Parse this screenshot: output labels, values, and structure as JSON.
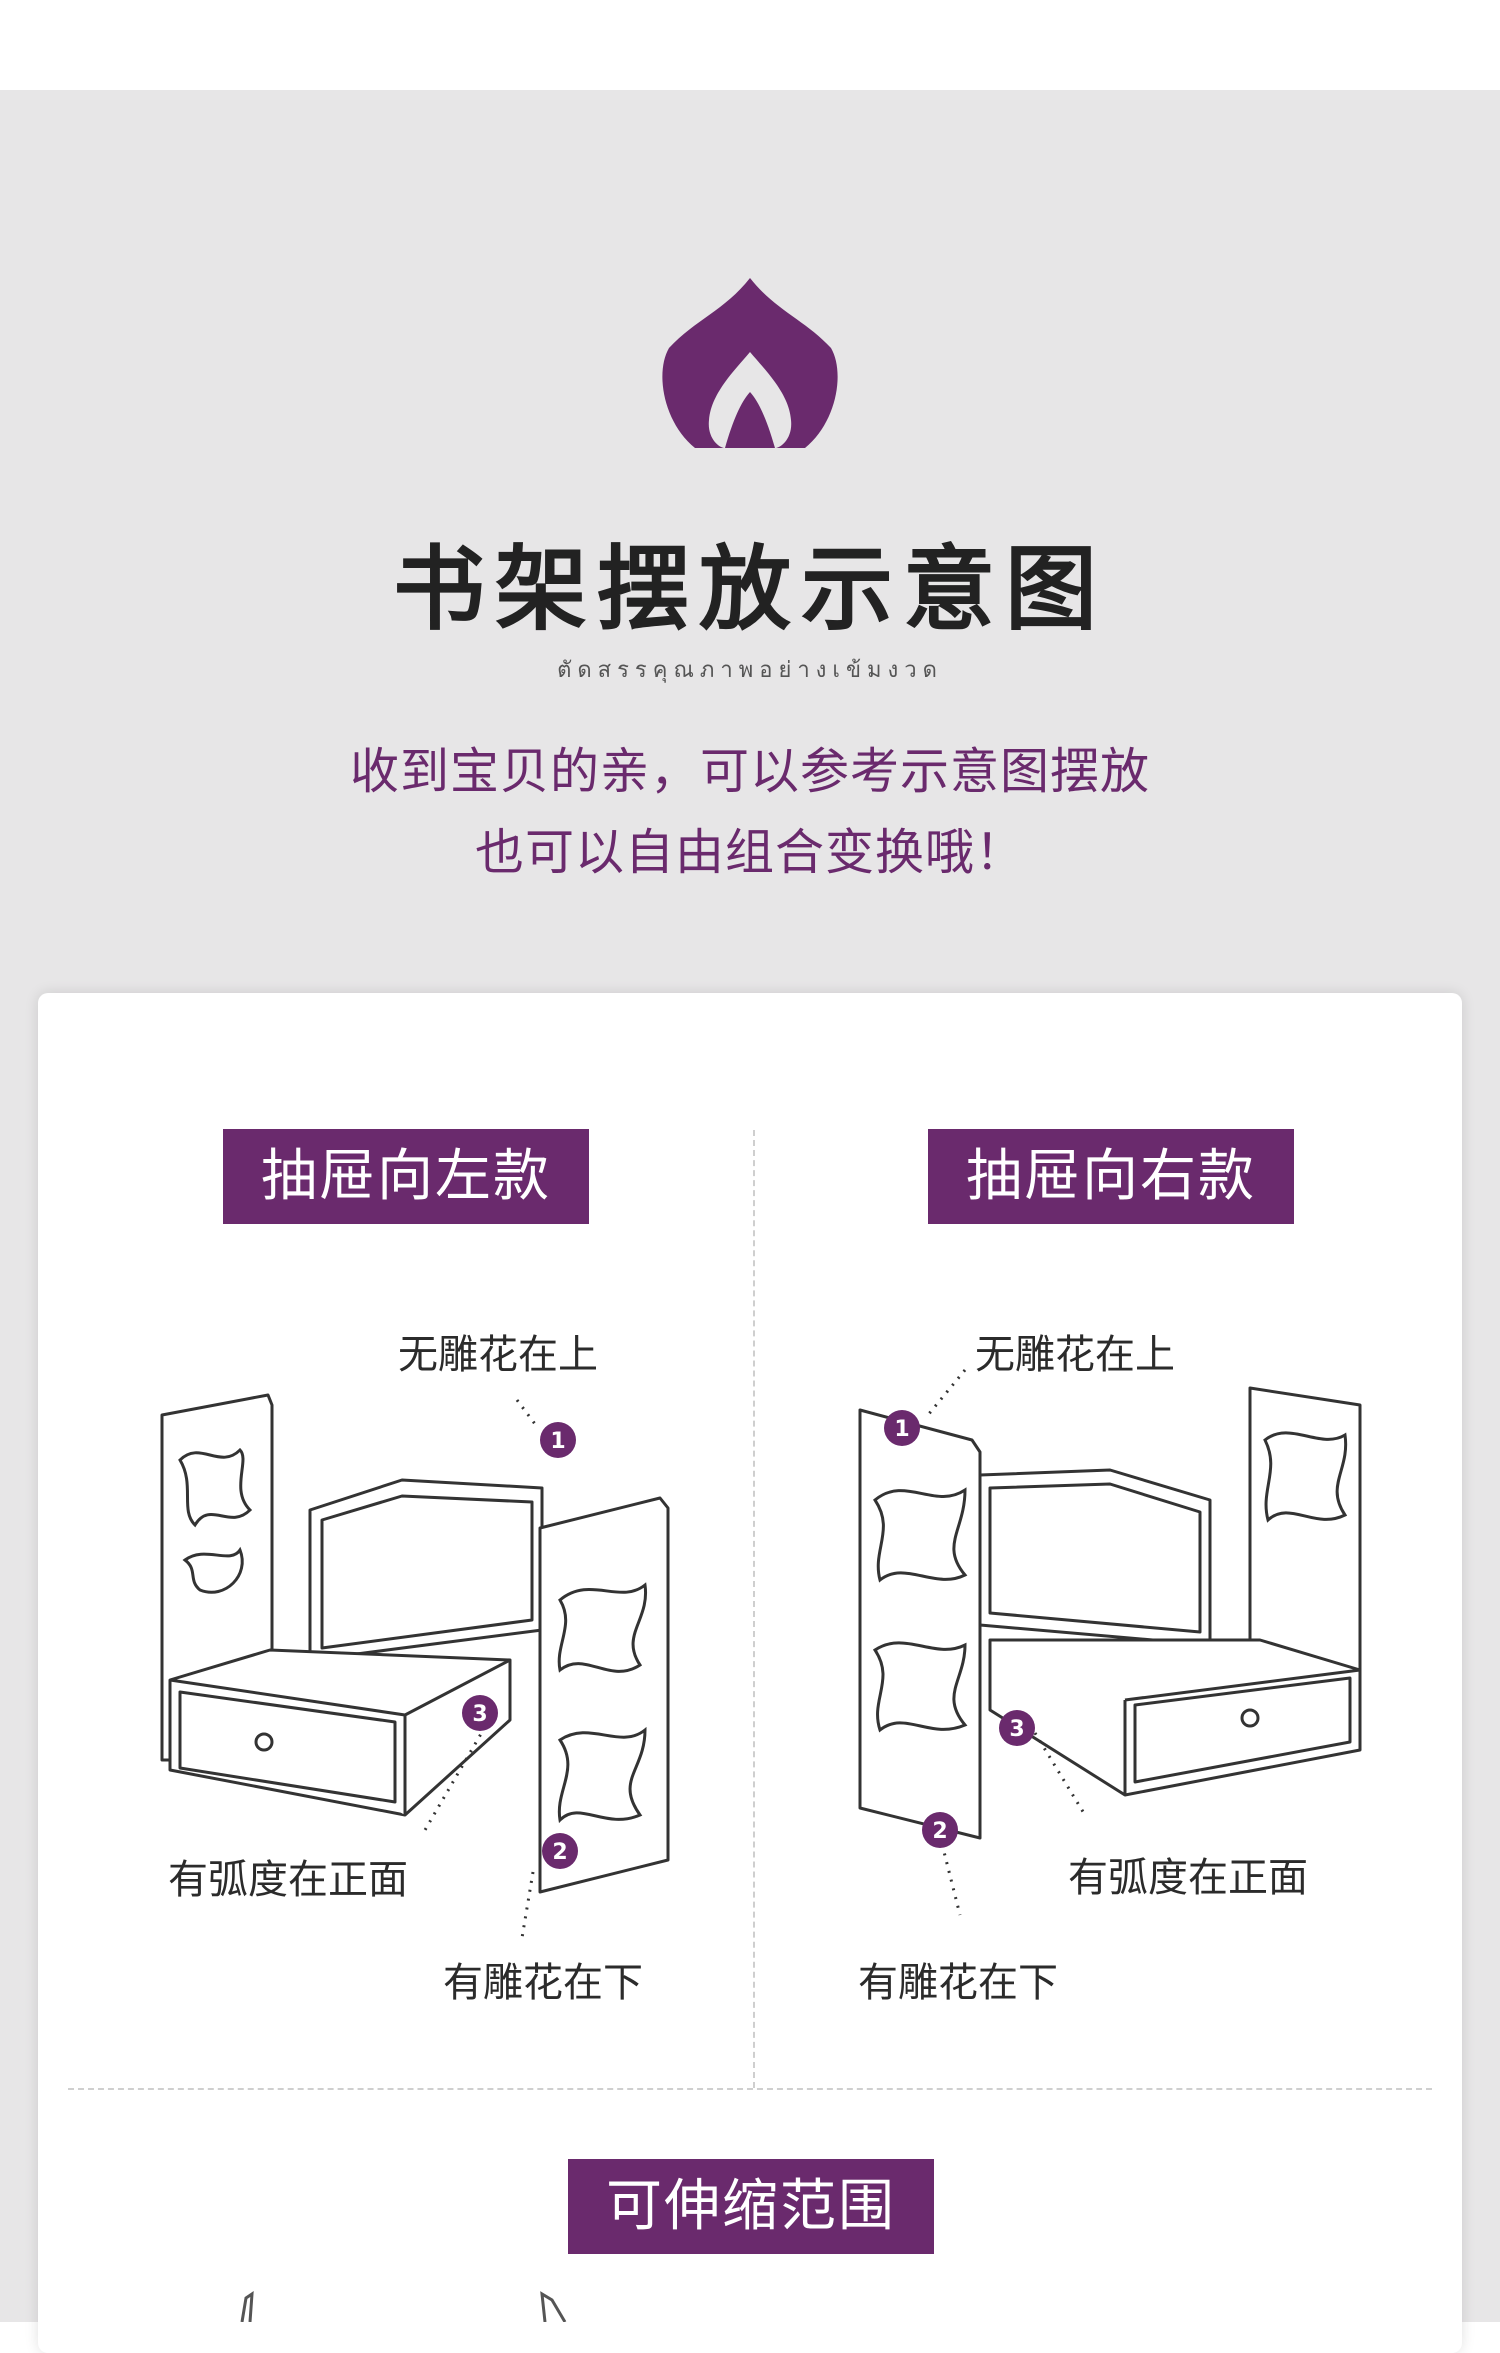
{
  "header": {
    "title": "书架摆放示意图",
    "subtitle_thai": "ตัดสรรคุณภาพอย่างเข้มงวด",
    "intro_line1": "收到宝贝的亲，可以参考示意图摆放",
    "intro_line2": "也可以自由组合变换哦！"
  },
  "left_panel": {
    "tag": "抽屉向左款",
    "callouts": {
      "top": "无雕花在上",
      "front": "有弧度在正面",
      "bottom": "有雕花在下"
    },
    "markers": [
      "1",
      "2",
      "3"
    ]
  },
  "right_panel": {
    "tag": "抽屉向右款",
    "callouts": {
      "top": "无雕花在上",
      "front": "有弧度在正面",
      "bottom": "有雕花在下"
    },
    "markers": [
      "1",
      "2",
      "3"
    ]
  },
  "bottom_section": {
    "tag": "可伸缩范围"
  },
  "colors": {
    "accent_purple": "#6a2a6d",
    "background_gray": "#e7e6e7",
    "card_white": "#ffffff",
    "text_dark": "#222222"
  },
  "icons": [
    "flame-logo-icon"
  ]
}
